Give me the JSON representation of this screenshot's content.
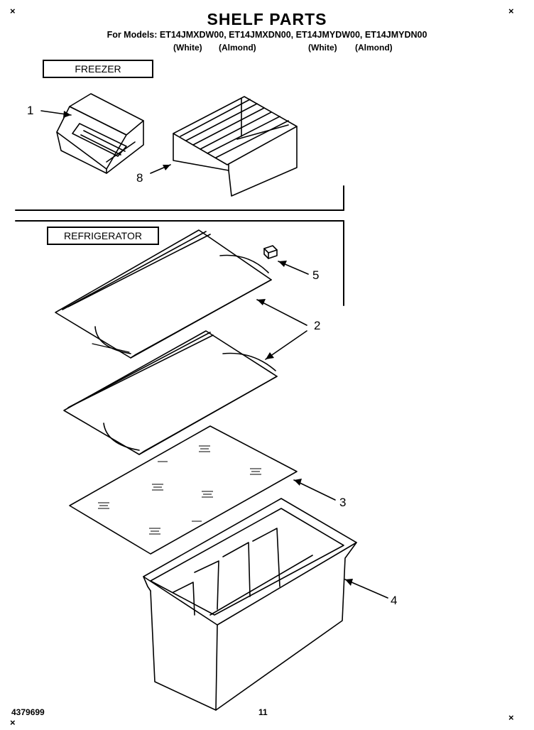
{
  "header": {
    "title": "SHELF PARTS",
    "models_line": "For Models: ET14JMXDW00, ET14JMXDN00, ET14JMYDW00, ET14JMYDN00",
    "colors": [
      "(White)",
      "(Almond)",
      "(White)",
      "(Almond)"
    ]
  },
  "sections": {
    "freezer": "FREEZER",
    "refrigerator": "REFRIGERATOR"
  },
  "callouts": {
    "c1": "1",
    "c8": "8",
    "c5": "5",
    "c2": "2",
    "c3": "3",
    "c4": "4"
  },
  "footer": {
    "part_number": "4379699",
    "page_number": "11"
  },
  "marks": {
    "corner_tl": "×",
    "corner_tr": "×",
    "corner_bl": "×",
    "corner_br": "×"
  }
}
